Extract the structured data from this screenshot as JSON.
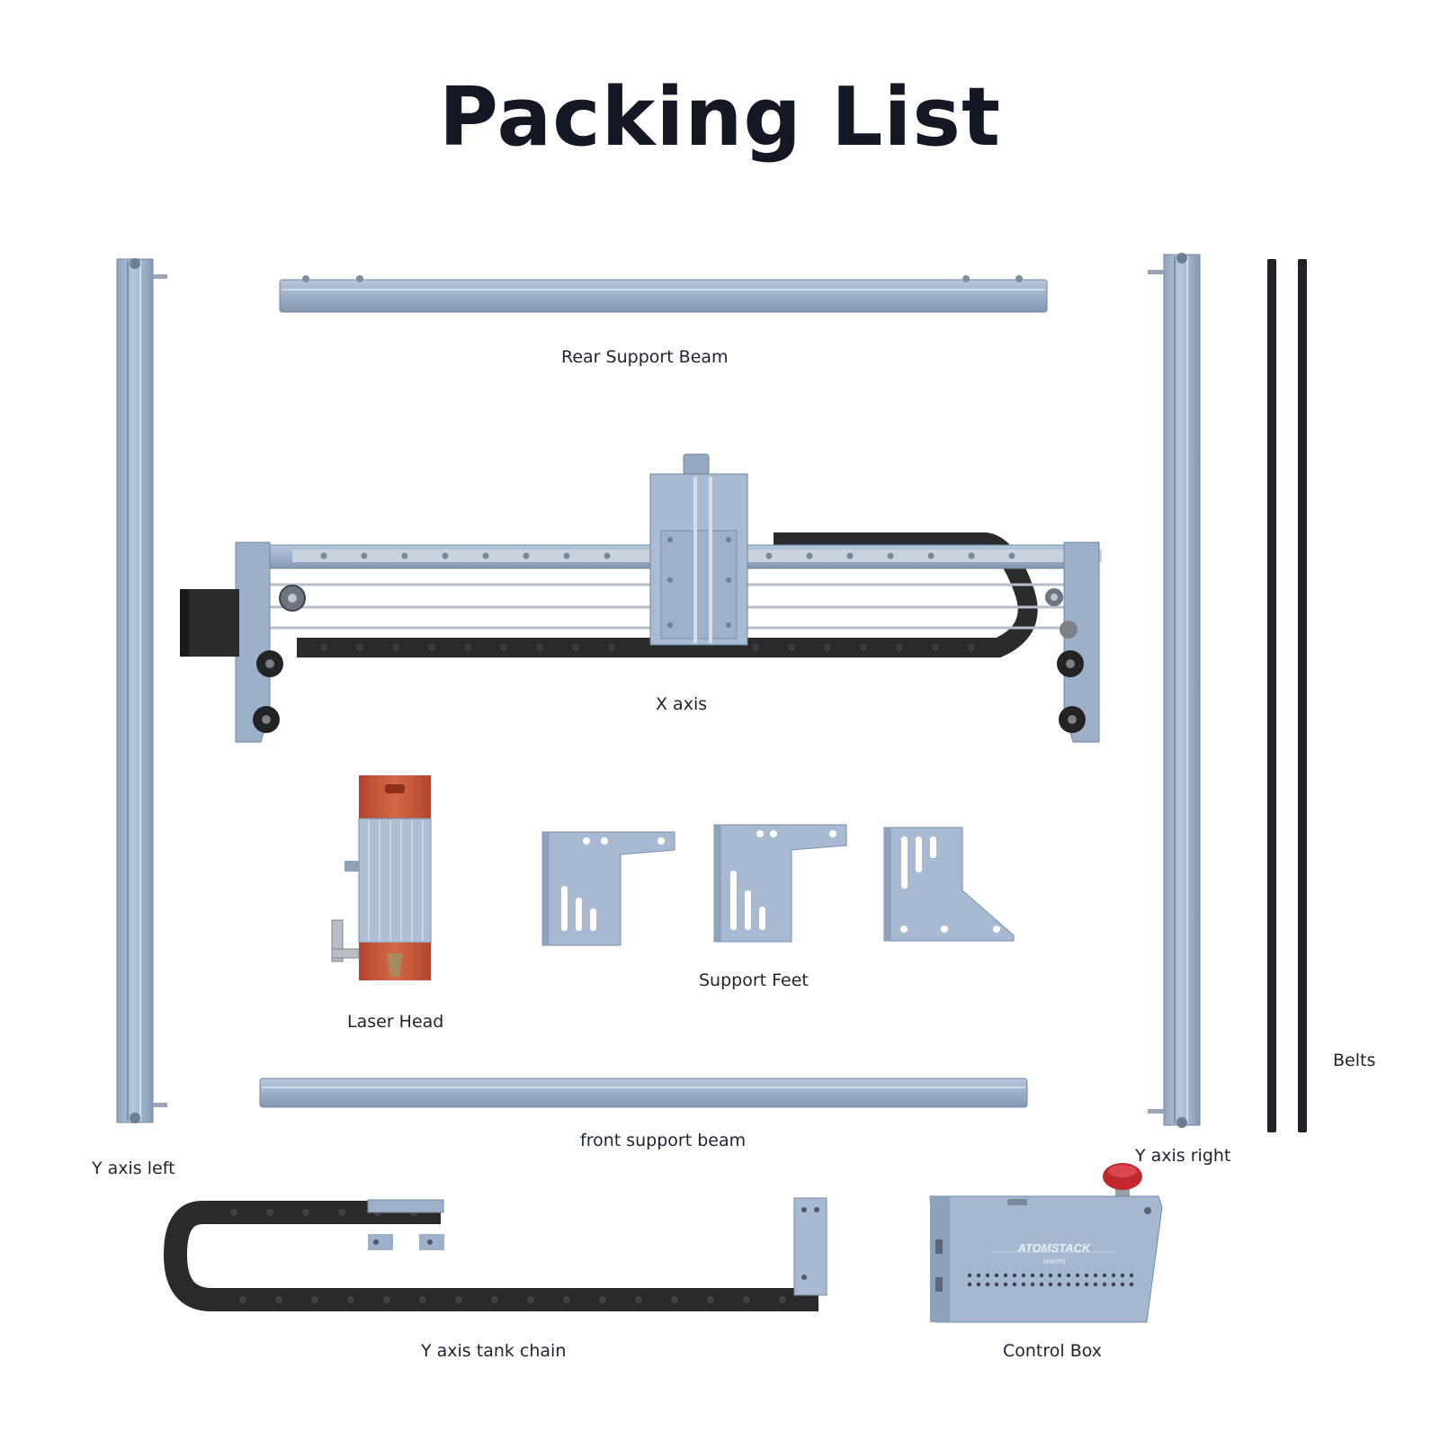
{
  "title": "Packing List",
  "labels": {
    "rear_support_beam": "Rear Support Beam",
    "x_axis": "X axis",
    "laser_head": "Laser Head",
    "support_feet": "Support Feet",
    "belts": "Belts",
    "front_support_beam": "front support beam",
    "y_axis_left": "Y axis left",
    "y_axis_right": "Y axis right",
    "y_axis_tank_chain": "Y axis tank chain",
    "control_box": "Control Box"
  },
  "control_box_brand": "ATOMSTACK",
  "control_box_sub": "MAKER",
  "colors": {
    "aluminium": "#9fb3cc",
    "aluminium_dark": "#7e93ad",
    "aluminium_light": "#c4d2e3",
    "chain": "#2a2a2c",
    "laser_orange": "#c8553a",
    "stop_red": "#c0282d"
  }
}
